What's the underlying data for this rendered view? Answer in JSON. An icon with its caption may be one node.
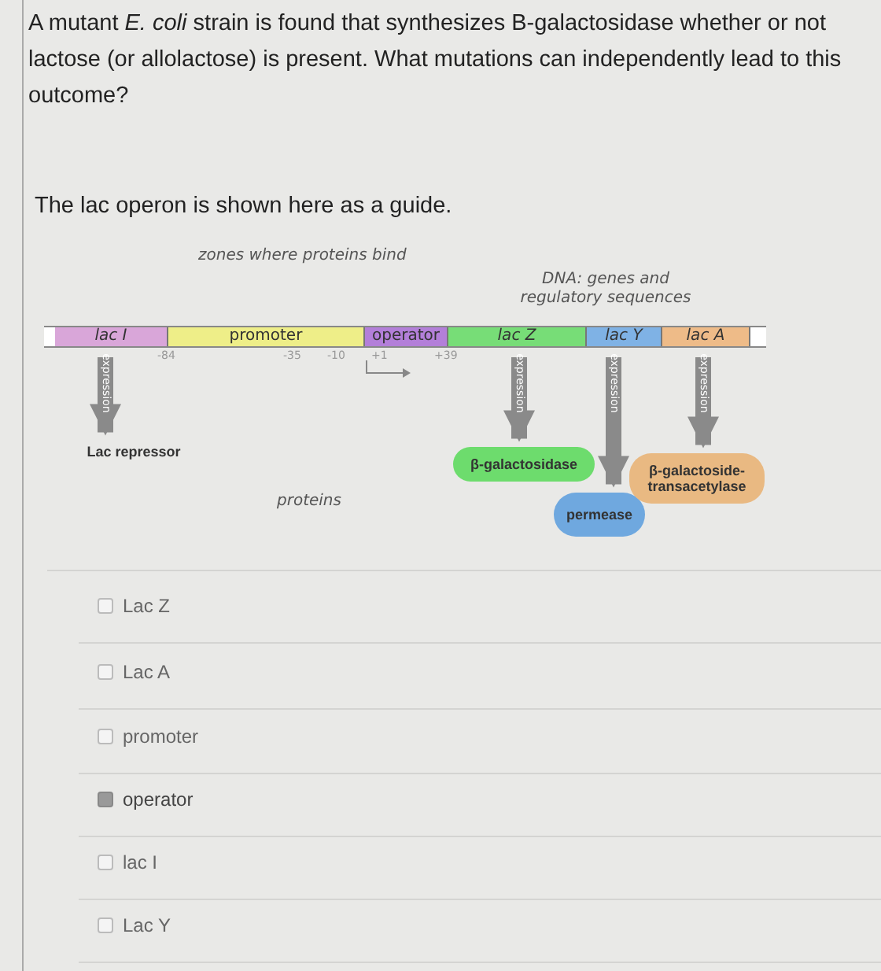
{
  "diagram": {
    "nodes": [
      {
        "text": [
          "lac I"
        ]
      },
      {
        "text": [
          "promoter"
        ]
      },
      {
        "text": [
          "operator"
        ]
      },
      {
        "text": [
          "lac Z"
        ]
      },
      {
        "text": [
          "lac Y"
        ]
      },
      {
        "text": [
          "lac A"
        ]
      },
      {
        "text": [
          "Lac repressor"
        ]
      },
      {
        "text": [
          "β-galactosidase"
        ]
      },
      {
        "text": [
          "permease"
        ]
      },
      {
        "text": [
          "β-galactoside-transacetylase"
        ]
      }
    ],
    "edges": [
      {
        "from": 0,
        "to": 6,
        "arrow": "to",
        "label": "expression"
      },
      {
        "from": 3,
        "to": 7,
        "arrow": "to",
        "label": "expression"
      },
      {
        "from": 4,
        "to": 8,
        "arrow": "to",
        "label": "expression"
      },
      {
        "from": 5,
        "to": 9,
        "arrow": "to",
        "label": "expression"
      }
    ],
    "labels": [
      "A mutant *E. coli* strain is found that synthesizes B-galactosidase whether or not lactose (or allolactose) is present. What mutations can independently lead to this outcome?",
      "The lac operon is shown here as a guide.",
      "zones where proteins bind",
      "DNA: genes and regulatory sequences",
      "-84",
      "-35",
      "-10",
      "+1",
      "+39",
      "proteins",
      "Lac Z",
      "Lac A",
      "promoter",
      "operator",
      "lac I",
      "Lac Y"
    ]
  }
}
